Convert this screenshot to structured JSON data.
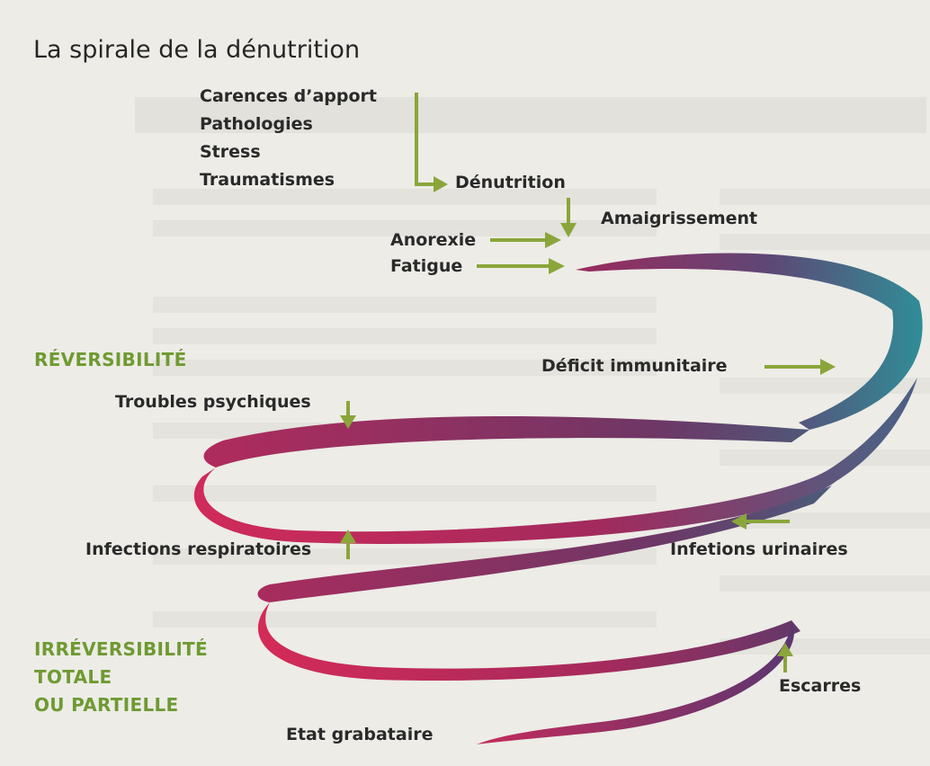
{
  "title": "La spirale de la dénutrition",
  "causes": [
    "Carences d’apport",
    "Pathologies",
    "Stress",
    "Traumatismes"
  ],
  "nodes": {
    "denutrition": "Dénutrition",
    "amaigrissement": "Amaigrissement",
    "anorexie": "Anorexie",
    "fatigue": "Fatigue",
    "deficit": "Déficit immunitaire",
    "troubles": "Troubles psychiques",
    "infections_resp": "Infections respiratoires",
    "infections_urin": "Infetions urinaires",
    "escarres": "Escarres",
    "grabataire": "Etat grabataire"
  },
  "zones": {
    "reversibility": "RÉVERSIBILITÉ",
    "irreversibility": [
      "IRRÉVERSIBILITÉ",
      "TOTALE",
      "OU PARTIELLE"
    ]
  },
  "colors": {
    "arrow_green": "#8aa63a",
    "zone_green": "#6f9a32",
    "spiral_red": "#cf2a5a",
    "spiral_purple": "#7a2e63",
    "spiral_teal": "#2f8f98"
  }
}
